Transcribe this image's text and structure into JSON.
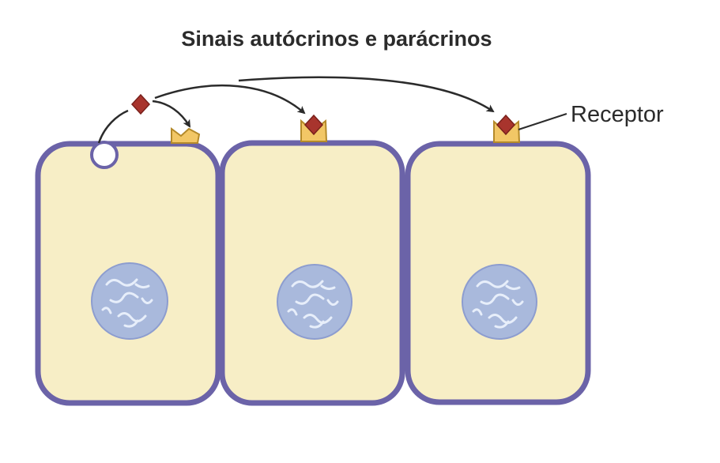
{
  "title": "Sinais autócrinos e parácrinos",
  "labels": {
    "receptor": "Receptor"
  },
  "colors": {
    "cytoplasm": "#f7eec6",
    "membrane": "#6b63a8",
    "nucleus": "#a9b9dc",
    "nucleus_outline": "#8d9dcf",
    "chromatin": "#e7eefa",
    "receptor": "#f2c766",
    "receptor_outline": "#b48a2a",
    "ligand": "#a8342d",
    "arrow": "#2b2b2b",
    "text": "#2b2b2b"
  },
  "cells": [
    {
      "name": "cell-secreting",
      "has_vesicle": true,
      "receptor_bound": false
    },
    {
      "name": "cell-neighbor-1",
      "has_vesicle": false,
      "receptor_bound": true
    },
    {
      "name": "cell-neighbor-2",
      "has_vesicle": false,
      "receptor_bound": true
    }
  ]
}
